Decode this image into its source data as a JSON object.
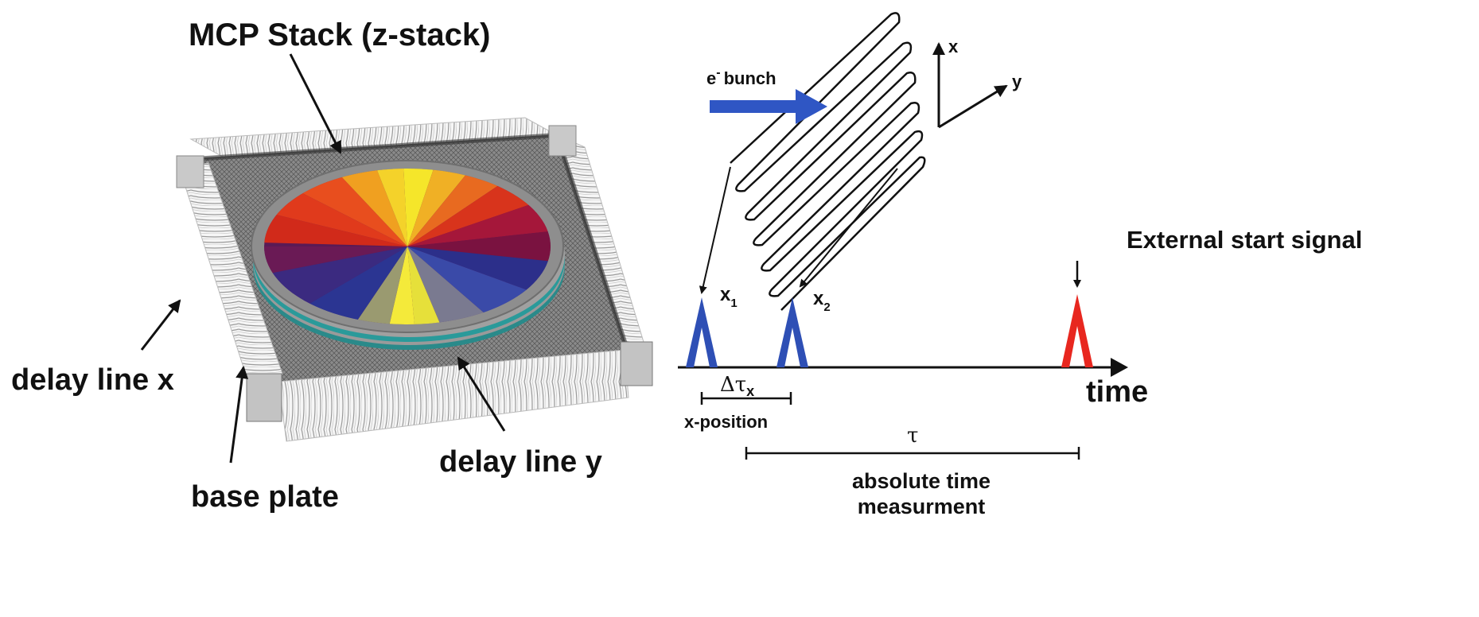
{
  "left_panel": {
    "title": "MCP Stack (z-stack)",
    "label_delay_x": "delay line x",
    "label_delay_y": "delay line y",
    "label_base_plate": "base plate"
  },
  "right_panel": {
    "bunch_label_e": "e",
    "bunch_label_sup": "-",
    "bunch_label_rest": "bunch",
    "axis_x": "x",
    "axis_y": "y",
    "x1_main": "x",
    "x1_sub": "1",
    "x2_main": "x",
    "x2_sub": "2",
    "external_start": "External start signal",
    "time_label": "time",
    "delta_tau_main": "Δτ",
    "delta_tau_sub": "x",
    "x_position": "x-position",
    "tau": "τ",
    "absolute_line1": "absolute time",
    "absolute_line2": "measurment"
  },
  "colors": {
    "signal_blue": "#2e4fb5",
    "signal_red": "#e8271f",
    "bunch_arrow": "#2f56c4",
    "ring": "#8e8e8e",
    "plate": "#3b3b3b"
  }
}
